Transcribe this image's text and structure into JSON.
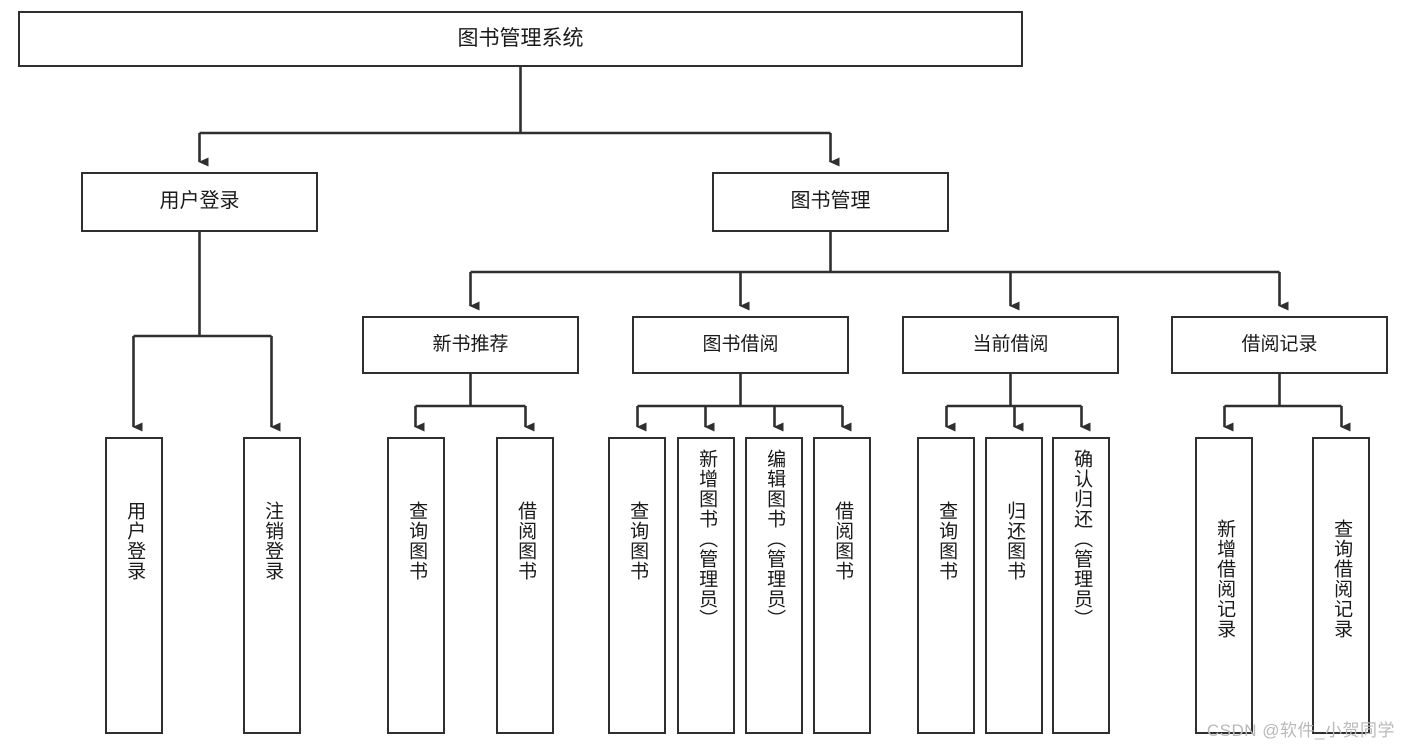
{
  "diagram": {
    "title": "图书管理系统",
    "type": "tree-hierarchy",
    "orientation": "top-down",
    "colors": {
      "node_border": "#2f2f2f",
      "node_fill": "#ffffff",
      "edge": "#2f2f2f",
      "text": "#1a1a1a",
      "watermark": "#b9b9b9",
      "background": "#ffffff"
    },
    "root": {
      "label": "图书管理系统"
    },
    "level1": [
      {
        "id": "user-login",
        "label": "用户登录"
      },
      {
        "id": "book-manage",
        "label": "图书管理"
      }
    ],
    "level2": [
      {
        "id": "new-book-recommend",
        "label": "新书推荐",
        "parent": "book-manage"
      },
      {
        "id": "book-borrow",
        "label": "图书借阅",
        "parent": "book-manage"
      },
      {
        "id": "current-borrow",
        "label": "当前借阅",
        "parent": "book-manage"
      },
      {
        "id": "borrow-record",
        "label": "借阅记录",
        "parent": "book-manage"
      }
    ],
    "leaves": {
      "user-login": [
        {
          "id": "leaf-user-login",
          "label": "用户登录"
        },
        {
          "id": "leaf-logout",
          "label": "注销登录"
        }
      ],
      "new-book-recommend": [
        {
          "id": "leaf-query-book-1",
          "label": "查询图书"
        },
        {
          "id": "leaf-borrow-book-1",
          "label": "借阅图书"
        }
      ],
      "book-borrow": [
        {
          "id": "leaf-query-book-2",
          "label": "查询图书"
        },
        {
          "id": "leaf-add-book",
          "label": "新增图书（管理员）"
        },
        {
          "id": "leaf-edit-book",
          "label": "编辑图书（管理员）"
        },
        {
          "id": "leaf-borrow-book-2",
          "label": "借阅图书"
        }
      ],
      "current-borrow": [
        {
          "id": "leaf-query-book-3",
          "label": "查询图书"
        },
        {
          "id": "leaf-return-book",
          "label": "归还图书"
        },
        {
          "id": "leaf-confirm-return",
          "label": "确认归还（管理员）"
        }
      ],
      "borrow-record": [
        {
          "id": "leaf-add-record",
          "label": "新增借阅记录"
        },
        {
          "id": "leaf-query-record",
          "label": "查询借阅记录"
        }
      ]
    }
  },
  "watermark": {
    "text": "CSDN @软件_小贺同学"
  }
}
